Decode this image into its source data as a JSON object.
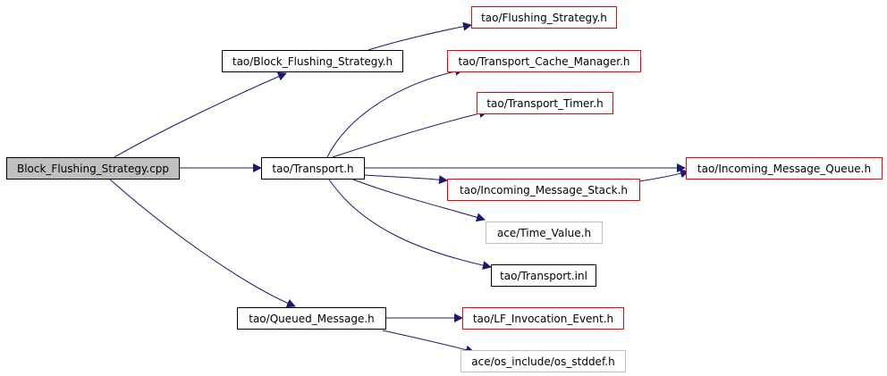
{
  "colors": {
    "edge": "#191970",
    "root_fill": "#bfbfbf",
    "black_border": "#000000",
    "red_border": "#ff0000",
    "gray_border": "#bfbfbf"
  },
  "nodes": {
    "root": {
      "label": "Block_Flushing_Strategy.cpp"
    },
    "block_flushing_strategy_h": {
      "label": "tao/Block_Flushing_Strategy.h"
    },
    "flushing_strategy_h": {
      "label": "tao/Flushing_Strategy.h"
    },
    "transport_cache_manager_h": {
      "label": "tao/Transport_Cache_Manager.h"
    },
    "transport_timer_h": {
      "label": "tao/Transport_Timer.h"
    },
    "transport_h": {
      "label": "tao/Transport.h"
    },
    "incoming_message_queue_h": {
      "label": "tao/Incoming_Message_Queue.h"
    },
    "incoming_message_stack_h": {
      "label": "tao/Incoming_Message_Stack.h"
    },
    "time_value_h": {
      "label": "ace/Time_Value.h"
    },
    "transport_inl": {
      "label": "tao/Transport.inl"
    },
    "queued_message_h": {
      "label": "tao/Queued_Message.h"
    },
    "lf_invocation_event_h": {
      "label": "tao/LF_Invocation_Event.h"
    },
    "os_stddef_h": {
      "label": "ace/os_include/os_stddef.h"
    }
  }
}
